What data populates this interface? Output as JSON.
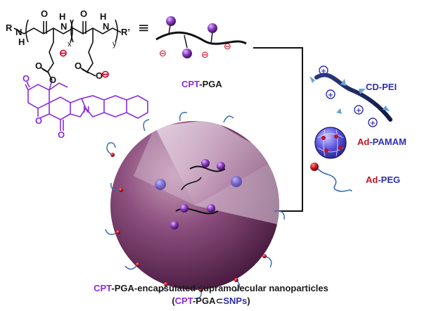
{
  "structure": {
    "atoms": {
      "R": "R",
      "N": "N",
      "H": "H",
      "O": "O",
      "R_prime": "R’",
      "x": "x",
      "y": "y",
      "minus": "⊖"
    },
    "equiv": "≡"
  },
  "labels": {
    "cpt_pga": {
      "cpt": "CPT",
      "rest": "-PGA"
    },
    "cd_pei": "CD-PEI",
    "ad_pamam": {
      "ad": "Ad",
      "rest": "-PAMAM"
    },
    "ad_peg": {
      "ad": "Ad",
      "rest": "-PEG"
    }
  },
  "caption": {
    "line1": {
      "cpt": "CPT",
      "rest": "-PGA-encapsulated supramolecular nanoparticles"
    },
    "line2": {
      "open": "(",
      "cpt": "CPT",
      "pga": "-PGA",
      "subset": "⊂",
      "snps": "SNPs",
      "close": ")"
    }
  },
  "colors": {
    "cpt_purple": "#8a2be2",
    "blue_label": "#2f2fb0",
    "ad_red": "#c0131f",
    "sphere": "#7a3a6a",
    "polymer_ball": "#7b2f9e",
    "charge_red": "#c0131f",
    "charge_blue": "#2f2fb0"
  }
}
